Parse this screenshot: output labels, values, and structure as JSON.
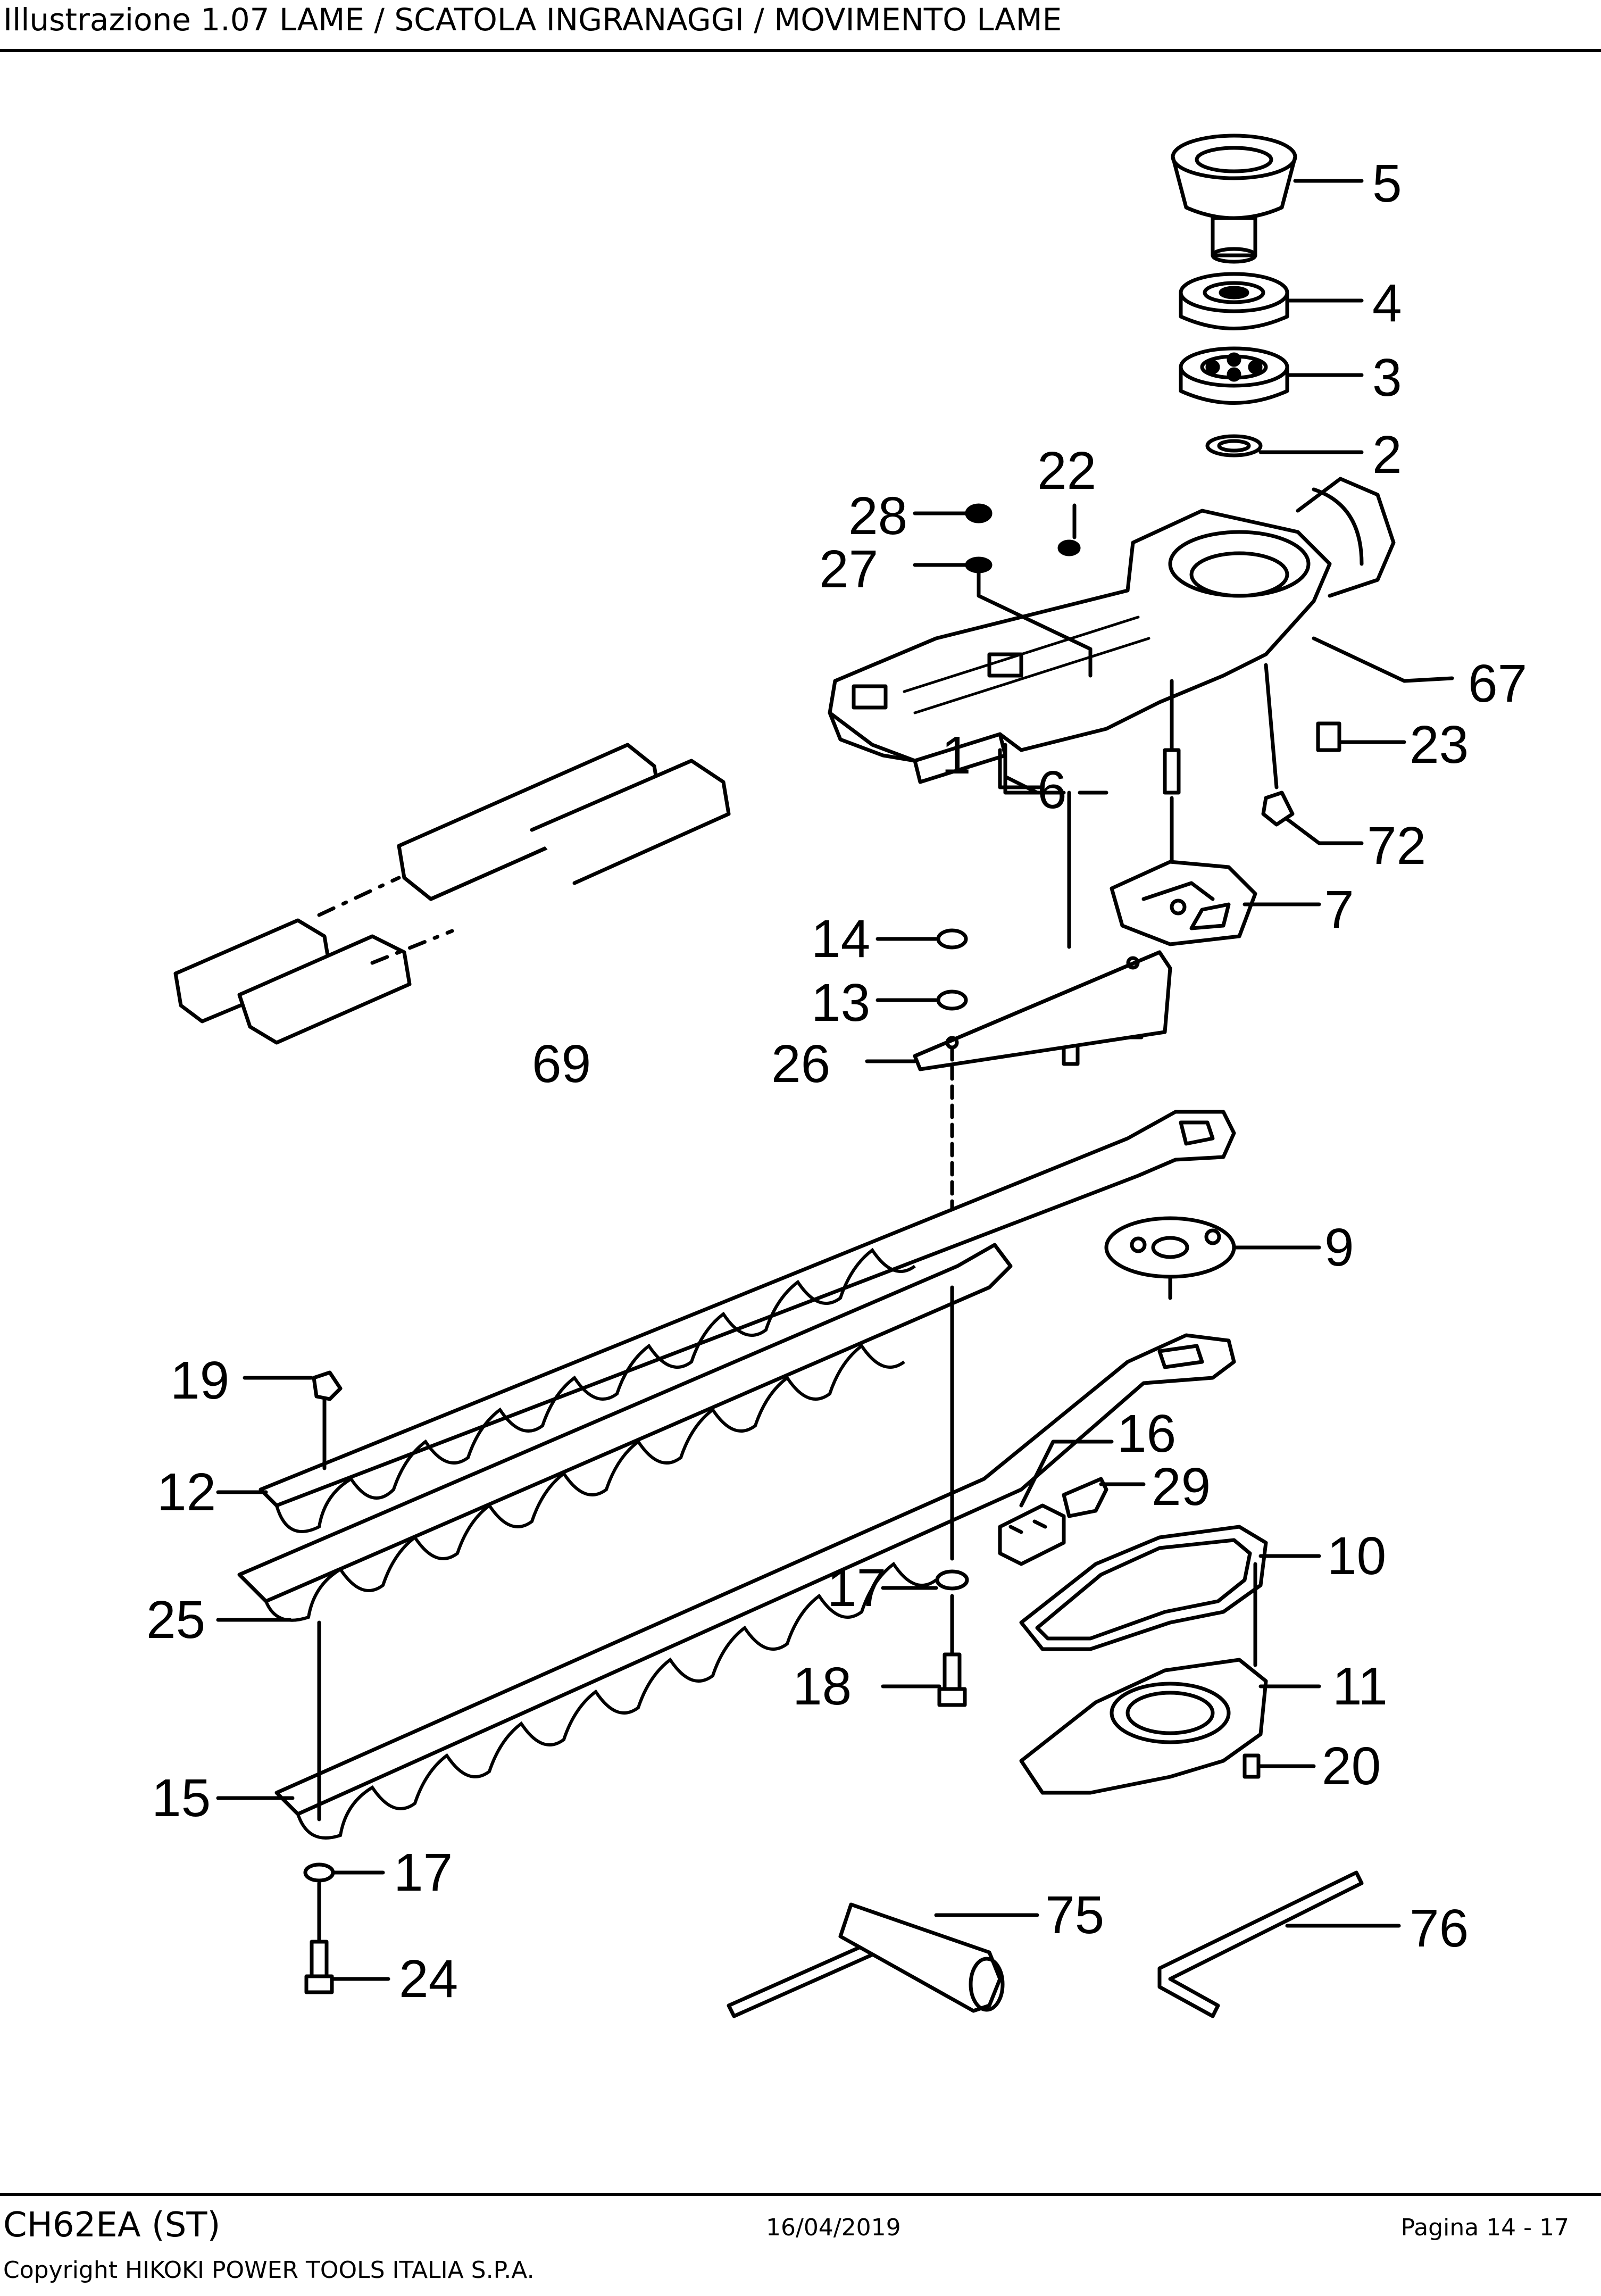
{
  "header": {
    "title": "Illustrazione  1.07 LAME / SCATOLA INGRANAGGI / MOVIMENTO LAME"
  },
  "diagram": {
    "callouts": [
      "5",
      "4",
      "3",
      "2",
      "22",
      "28",
      "27",
      "67",
      "23",
      "1",
      "6",
      "72",
      "7",
      "14",
      "13",
      "26",
      "69",
      "9",
      "19",
      "12",
      "16",
      "29",
      "10",
      "17",
      "18",
      "25",
      "11",
      "20",
      "15",
      "17",
      "24",
      "75",
      "76"
    ]
  },
  "footer": {
    "model": "CH62EA (ST)",
    "date": "16/04/2019",
    "page": "Pagina 14 - 17",
    "copyright": "Copyright HIKOKI POWER TOOLS ITALIA S.P.A."
  }
}
